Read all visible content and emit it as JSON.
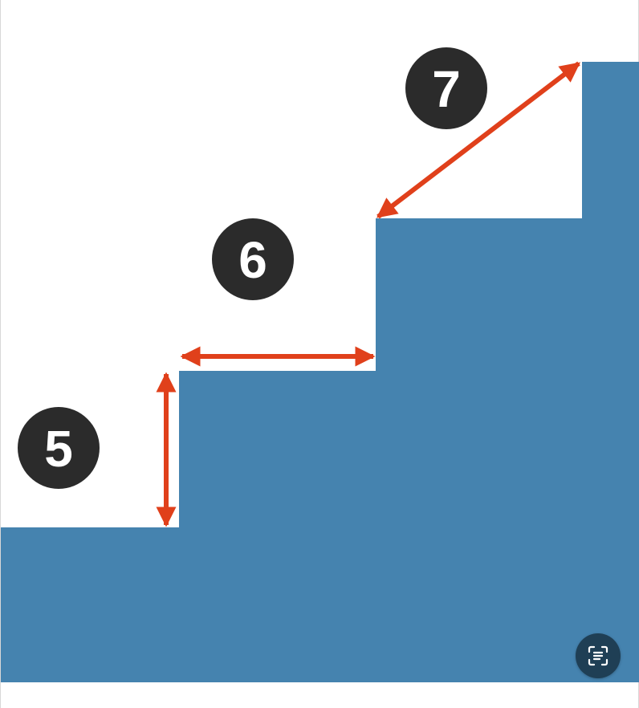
{
  "diagram": {
    "step_color": "#4583AF",
    "arrow_color": "#E0401B",
    "badge_color": "#2B2B2B",
    "badge_text_color": "#FFFFFF",
    "labels": {
      "rise": "5",
      "run": "6",
      "diagonal": "7"
    }
  },
  "toolbar": {
    "lens_icon": "visual-search-icon"
  }
}
